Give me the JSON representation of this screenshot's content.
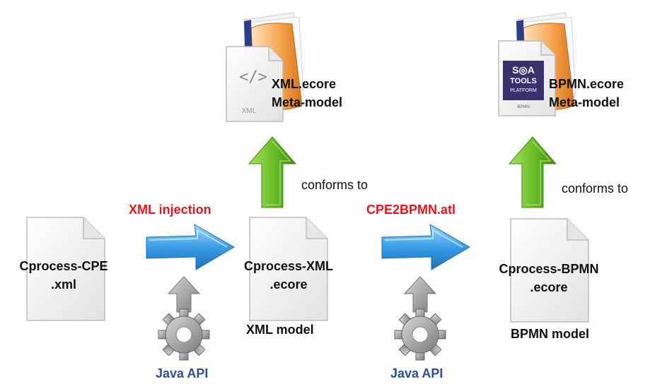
{
  "labels": {
    "xml_meta_name": "XML.ecore",
    "xml_meta_kind": "Meta-model",
    "bpmn_meta_name": "BPMN.ecore",
    "bpmn_meta_kind": "Meta-model",
    "conforms_1": "conforms to",
    "conforms_2": "conforms to",
    "injection": "XML injection",
    "transform": "CPE2BPMN.atl",
    "src_file_line1": "Cprocess-CPE",
    "src_file_line2": ".xml",
    "xml_file_line1": "Cprocess-XML",
    "xml_file_line2": ".ecore",
    "bpmn_file_line1": "Cprocess-BPMN",
    "bpmn_file_line2": ".ecore",
    "xml_model": "XML model",
    "bpmn_model": "BPMN model",
    "java_api_1": "Java API",
    "java_api_2": "Java API"
  },
  "icons": {
    "xml_doc_caption": "XML",
    "xml_doc_tag": "</>",
    "soa_logo_line1": "S◎A",
    "soa_logo_line2": "TOOLS",
    "soa_logo_line3": "PLATFORM",
    "soa_logo_caption": "BPMN"
  },
  "colors": {
    "red_label": "#e8141c",
    "blue_label": "#2e4f9e",
    "green_arrow": "#6cbf2a",
    "blue_arrow": "#3a9ee6",
    "folder_orange": "#f4a24a"
  }
}
